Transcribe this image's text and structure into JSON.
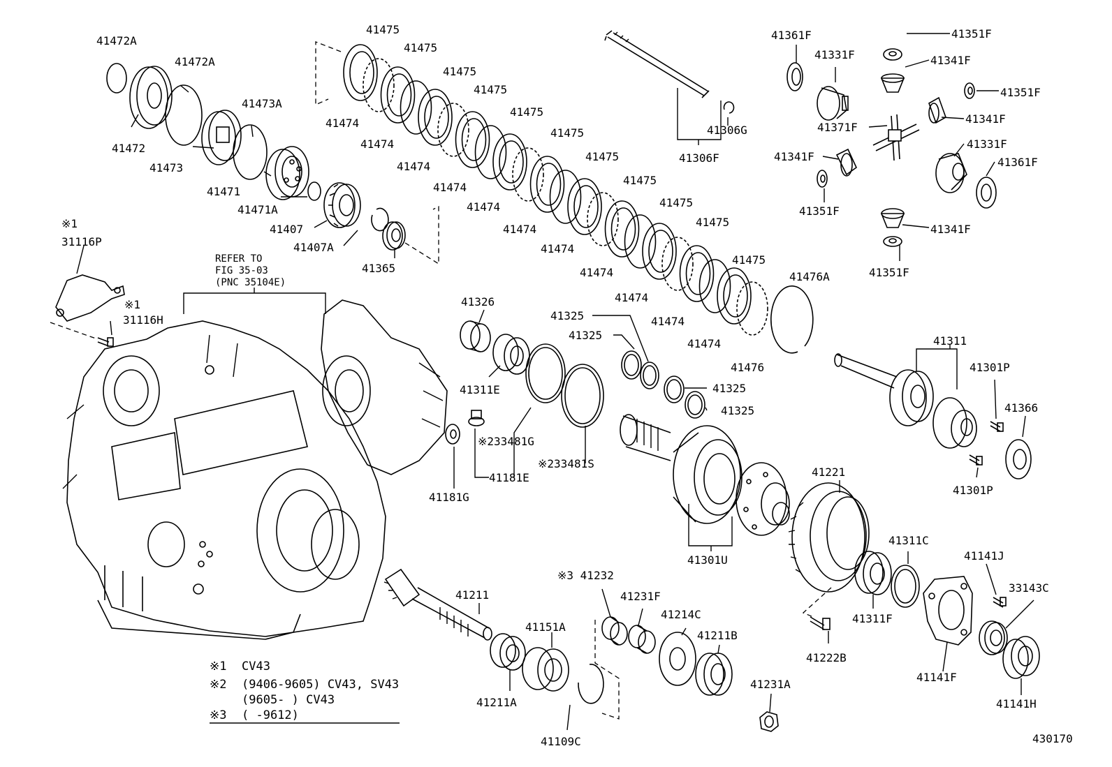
{
  "diagram_id": "430170",
  "reference": {
    "line1": "REFER TO",
    "line2": "FIG 35-03",
    "line3": "(PNC 35104E)"
  },
  "notes": [
    {
      "mark": "※1",
      "text": "CV43"
    },
    {
      "mark": "※2",
      "text": "(9406-9605) CV43, SV43"
    },
    {
      "mark": "",
      "text": "(9605-      ) CV43"
    },
    {
      "mark": "※3",
      "text": "(      -9612)"
    }
  ],
  "parts": [
    {
      "id": "p01",
      "label": "41472A"
    },
    {
      "id": "p02",
      "label": "41472A"
    },
    {
      "id": "p03",
      "label": "41472"
    },
    {
      "id": "p04",
      "label": "41473A"
    },
    {
      "id": "p05",
      "label": "41473"
    },
    {
      "id": "p06",
      "label": "41471"
    },
    {
      "id": "p07",
      "label": "41471A"
    },
    {
      "id": "p08",
      "label": "41407"
    },
    {
      "id": "p09",
      "label": "41407A"
    },
    {
      "id": "p10",
      "label": "41365"
    },
    {
      "id": "p11",
      "label": "※1"
    },
    {
      "id": "p12",
      "label": "31116P"
    },
    {
      "id": "p13",
      "label": "※1"
    },
    {
      "id": "p14",
      "label": "31116H"
    },
    {
      "id": "p15",
      "label": "41475"
    },
    {
      "id": "p16",
      "label": "41475"
    },
    {
      "id": "p17",
      "label": "41475"
    },
    {
      "id": "p18",
      "label": "41475"
    },
    {
      "id": "p19",
      "label": "41475"
    },
    {
      "id": "p20",
      "label": "41475"
    },
    {
      "id": "p21",
      "label": "41475"
    },
    {
      "id": "p22",
      "label": "41475"
    },
    {
      "id": "p23",
      "label": "41475"
    },
    {
      "id": "p24",
      "label": "41475"
    },
    {
      "id": "p25",
      "label": "41475"
    },
    {
      "id": "p26",
      "label": "41474"
    },
    {
      "id": "p27",
      "label": "41474"
    },
    {
      "id": "p28",
      "label": "41474"
    },
    {
      "id": "p29",
      "label": "41474"
    },
    {
      "id": "p30",
      "label": "41474"
    },
    {
      "id": "p31",
      "label": "41474"
    },
    {
      "id": "p32",
      "label": "41474"
    },
    {
      "id": "p33",
      "label": "41474"
    },
    {
      "id": "p34",
      "label": "41474"
    },
    {
      "id": "p35",
      "label": "41474"
    },
    {
      "id": "p36",
      "label": "41474"
    },
    {
      "id": "p37",
      "label": "41476A"
    },
    {
      "id": "p38",
      "label": "41476"
    },
    {
      "id": "p39",
      "label": "41306G"
    },
    {
      "id": "p40",
      "label": "41306F"
    },
    {
      "id": "p41",
      "label": "41361F"
    },
    {
      "id": "p42",
      "label": "41331F"
    },
    {
      "id": "p43",
      "label": "41351F"
    },
    {
      "id": "p44",
      "label": "41341F"
    },
    {
      "id": "p45",
      "label": "41351F"
    },
    {
      "id": "p46",
      "label": "41341F"
    },
    {
      "id": "p47",
      "label": "41371F"
    },
    {
      "id": "p48",
      "label": "41341F"
    },
    {
      "id": "p49",
      "label": "41331F"
    },
    {
      "id": "p50",
      "label": "41361F"
    },
    {
      "id": "p51",
      "label": "41351F"
    },
    {
      "id": "p52",
      "label": "41341F"
    },
    {
      "id": "p53",
      "label": "41351F"
    },
    {
      "id": "p54",
      "label": "41326"
    },
    {
      "id": "p55",
      "label": "41311E"
    },
    {
      "id": "p56",
      "label": "41325"
    },
    {
      "id": "p57",
      "label": "41325"
    },
    {
      "id": "p58",
      "label": "41325"
    },
    {
      "id": "p59",
      "label": "41325"
    },
    {
      "id": "p60",
      "label": "※233481G"
    },
    {
      "id": "p61",
      "label": "※233481S"
    },
    {
      "id": "p62",
      "label": "41181E"
    },
    {
      "id": "p63",
      "label": "41181G"
    },
    {
      "id": "p64",
      "label": "41311"
    },
    {
      "id": "p65",
      "label": "41301P"
    },
    {
      "id": "p66",
      "label": "41366"
    },
    {
      "id": "p67",
      "label": "41301P"
    },
    {
      "id": "p68",
      "label": "41221"
    },
    {
      "id": "p69",
      "label": "41301U"
    },
    {
      "id": "p70",
      "label": "41311C"
    },
    {
      "id": "p71",
      "label": "41141J"
    },
    {
      "id": "p72",
      "label": "33143C"
    },
    {
      "id": "p73",
      "label": "41311F"
    },
    {
      "id": "p74",
      "label": "41222B"
    },
    {
      "id": "p75",
      "label": "41141F"
    },
    {
      "id": "p76",
      "label": "41141H"
    },
    {
      "id": "p77",
      "label": "41211"
    },
    {
      "id": "p78",
      "label": "※3 41232"
    },
    {
      "id": "p79",
      "label": "41231F"
    },
    {
      "id": "p80",
      "label": "41214C"
    },
    {
      "id": "p81",
      "label": "41211B"
    },
    {
      "id": "p82",
      "label": "41151A"
    },
    {
      "id": "p83",
      "label": "41211A"
    },
    {
      "id": "p84",
      "label": "41109C"
    },
    {
      "id": "p85",
      "label": "41231A"
    }
  ]
}
